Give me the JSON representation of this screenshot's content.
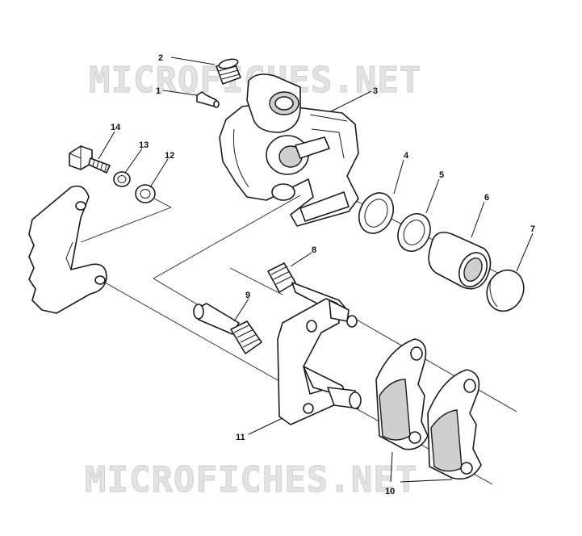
{
  "watermark": "MICROFICHES.NET",
  "callouts": [
    {
      "id": "2",
      "label": "2"
    },
    {
      "id": "1",
      "label": "1"
    },
    {
      "id": "3",
      "label": "3"
    },
    {
      "id": "14",
      "label": "14"
    },
    {
      "id": "13",
      "label": "13"
    },
    {
      "id": "12",
      "label": "12"
    },
    {
      "id": "4",
      "label": "4"
    },
    {
      "id": "5",
      "label": "5"
    },
    {
      "id": "6",
      "label": "6"
    },
    {
      "id": "7",
      "label": "7"
    },
    {
      "id": "8",
      "label": "8"
    },
    {
      "id": "9",
      "label": "9"
    },
    {
      "id": "11",
      "label": "11"
    },
    {
      "id": "10",
      "label": "10"
    }
  ]
}
